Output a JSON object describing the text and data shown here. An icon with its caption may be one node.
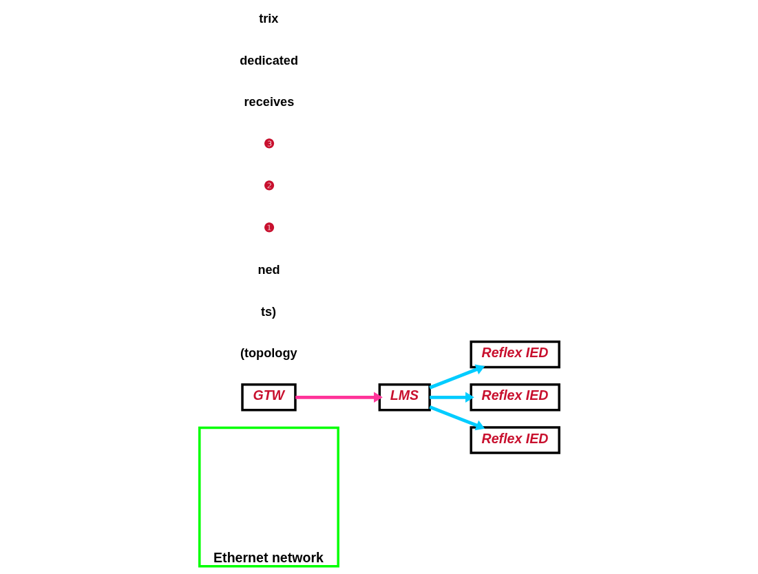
{
  "diagram": {
    "nodes": [
      {
        "text": [
          "Ethernet network"
        ]
      },
      {
        "text": [
          "GTW"
        ]
      },
      {
        "text": [
          "LMS"
        ]
      },
      {
        "text": [
          "Reflex IED"
        ]
      },
      {
        "text": [
          "Reflex IED"
        ]
      },
      {
        "text": [
          "Reflex IED"
        ]
      }
    ],
    "edges": [
      {
        "from": 1,
        "to": 2,
        "arrow": "to",
        "color": "#ff3399"
      },
      {
        "from": 2,
        "to": 3,
        "arrow": "to"
      },
      {
        "from": 2,
        "to": 4,
        "arrow": "to"
      },
      {
        "from": 2,
        "to": 5,
        "arrow": "to"
      }
    ],
    "labels": [
      "(topology",
      "ts)",
      "ned",
      "❶",
      "❷",
      "❸",
      "receives",
      "dedicated",
      "trix"
    ]
  }
}
